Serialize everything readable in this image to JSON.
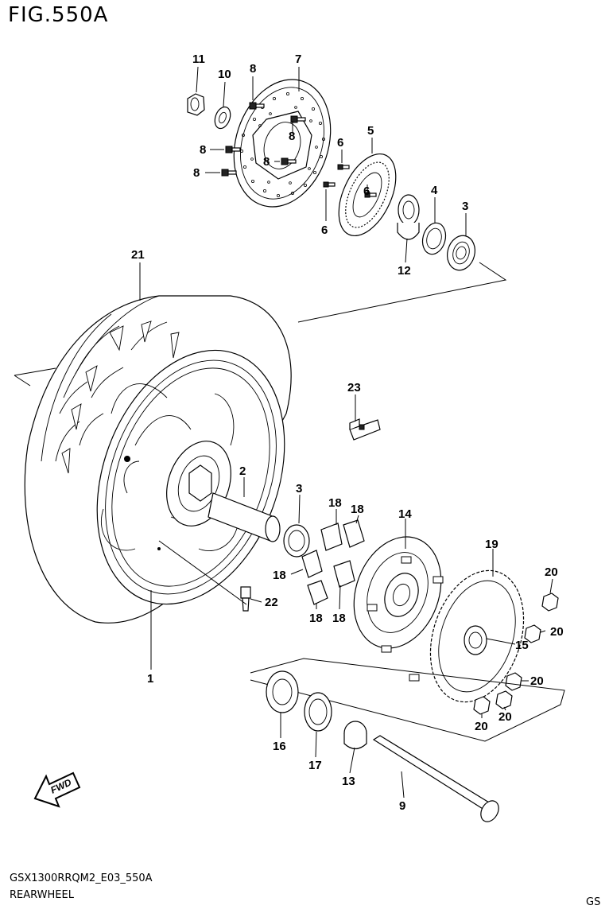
{
  "figure": {
    "title": "FIG.550A",
    "code": "GSX1300RRQM2_E03_550A",
    "name": "REARWHEEL",
    "region": "GS"
  },
  "fwd_arrow": {
    "label": "FWD"
  },
  "callouts": {
    "c1": "1",
    "c2": "2",
    "c3a": "3",
    "c3b": "3",
    "c4": "4",
    "c5": "5",
    "c6a": "6",
    "c6b": "6",
    "c6c": "6",
    "c7": "7",
    "c8a": "8",
    "c8b": "8",
    "c8c": "8",
    "c8d": "8",
    "c8e": "8",
    "c9": "9",
    "c10": "10",
    "c11": "11",
    "c12": "12",
    "c13": "13",
    "c14": "14",
    "c15": "15",
    "c16": "16",
    "c17": "17",
    "c18a": "18",
    "c18b": "18",
    "c18c": "18",
    "c18d": "18",
    "c18e": "18",
    "c19": "19",
    "c20a": "20",
    "c20b": "20",
    "c20c": "20",
    "c20d": "20",
    "c20e": "20",
    "c21": "21",
    "c22": "22",
    "c23": "23"
  }
}
